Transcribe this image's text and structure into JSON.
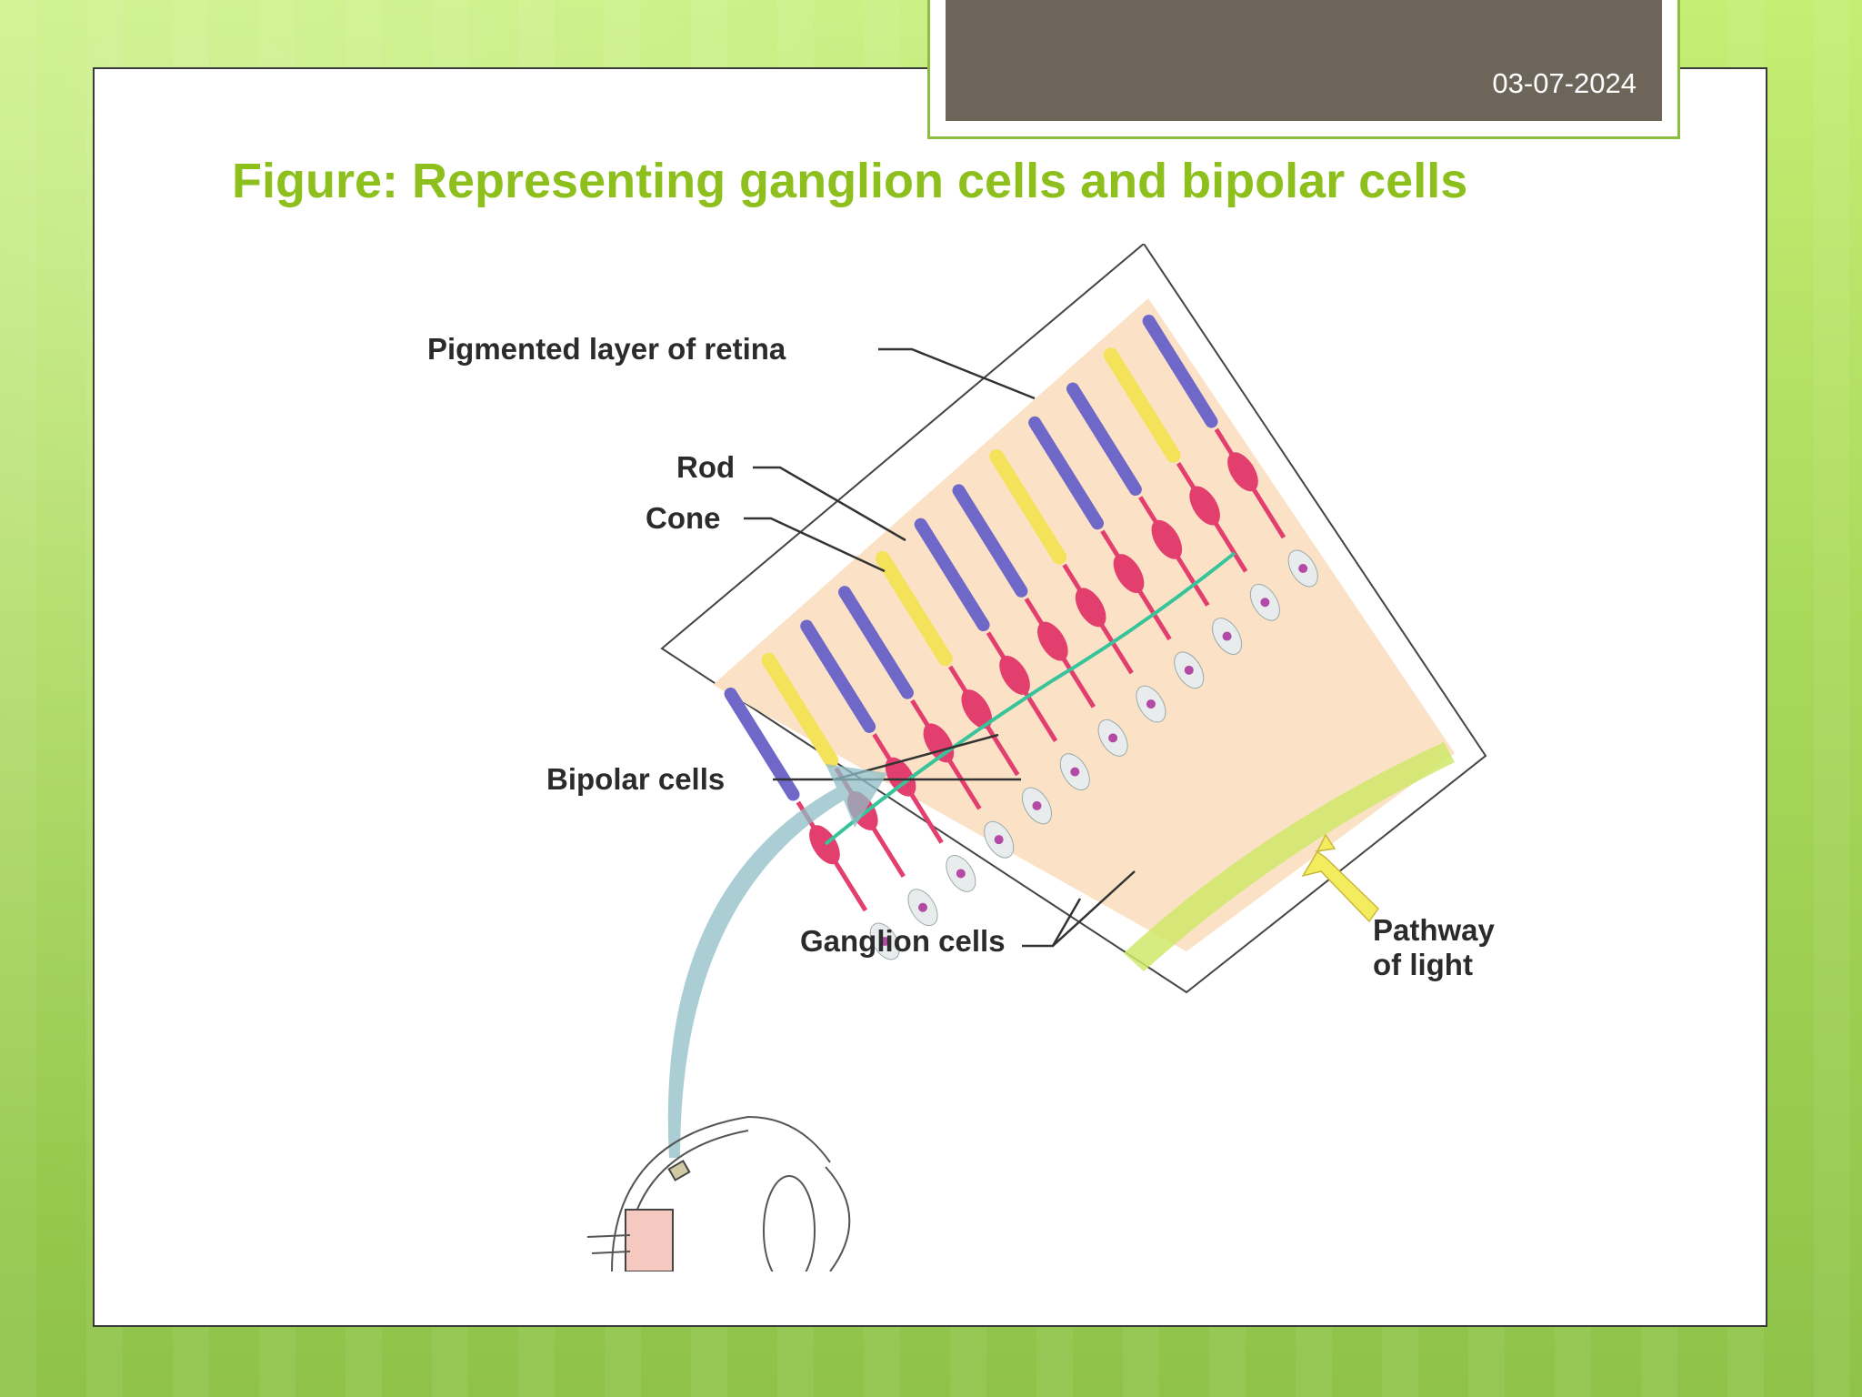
{
  "slide": {
    "date": "03-07-2024",
    "title": "Figure: Representing ganglion cells and bipolar cells"
  },
  "figure": {
    "labels": {
      "pigmented": "Pigmented layer of retina",
      "rod": "Rod",
      "cone": "Cone",
      "bipolar": "Bipolar cells",
      "ganglion": "Ganglion cells",
      "pathway_line1": "Pathway",
      "pathway_line2": "of light"
    },
    "colors": {
      "rod": "#6f68c9",
      "cone": "#f3e25a",
      "bipolar": "#e23f6f",
      "ganglion": "#e8ecec",
      "horizontal": "#37c49a",
      "tissue": "#fbe4c8",
      "arrow": "#f2ec5e"
    }
  }
}
